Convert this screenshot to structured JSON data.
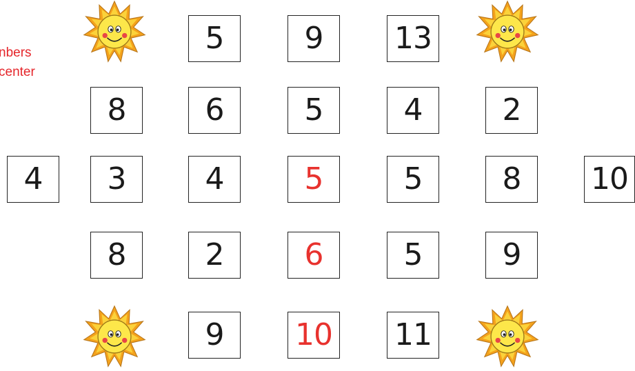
{
  "side_text": {
    "line1": "nbers",
    "line2": "center"
  },
  "colors": {
    "highlight": "#e8322e",
    "text": "#1a1a1a",
    "sun_ray_outer": "#f4a21c",
    "sun_ray_inner": "#fbd23a",
    "sun_face": "#fde74a"
  },
  "sun_icon": "smiling-sun-icon",
  "grid": {
    "row1": [
      "5",
      "9",
      "13"
    ],
    "row2": [
      "8",
      "6",
      "5",
      "4",
      "2"
    ],
    "row3_left": "4",
    "row3": [
      "3",
      "4",
      "5",
      "5",
      "8"
    ],
    "row3_right": "10",
    "row4": [
      "8",
      "2",
      "6",
      "5",
      "9"
    ],
    "row5": [
      "9",
      "10",
      "11"
    ]
  }
}
